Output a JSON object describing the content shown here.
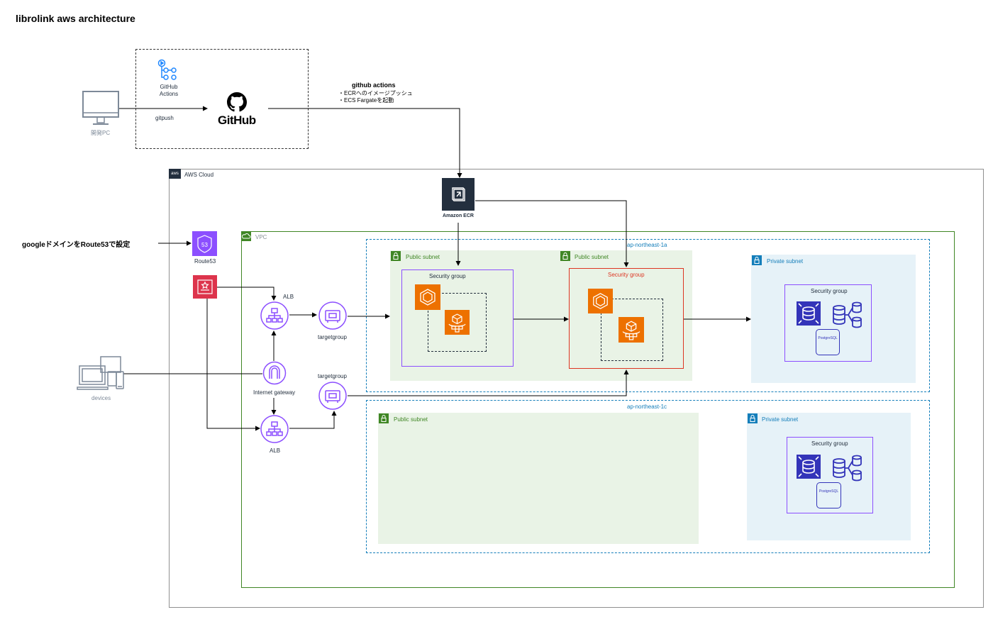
{
  "title": "librolink aws architecture",
  "dev_pc": {
    "label": "開発PC"
  },
  "github_actions_icon": {
    "label": "GitHub\nActions"
  },
  "github": {
    "logo_text": "GitHub"
  },
  "gitpush": {
    "label": "gitpush"
  },
  "actions_note": {
    "heading": "github actions",
    "lines": [
      "・ECRへのイメージプッシュ",
      "・ECS Fargateを起動"
    ]
  },
  "aws_cloud": {
    "label": "AWS Cloud"
  },
  "ecr": {
    "label": "Amazon ECR"
  },
  "route53_note": {
    "label": "googleドメインをRoute53で設定"
  },
  "route53": {
    "label": "Route53"
  },
  "vpc": {
    "label": "VPC"
  },
  "alb_top": {
    "label": "ALB"
  },
  "alb_bottom": {
    "label": "ALB"
  },
  "igw": {
    "label": "Internet gateway"
  },
  "devices": {
    "label": "devices"
  },
  "targetgroup_top": {
    "label": "targetgroup"
  },
  "targetgroup_bottom": {
    "label": "targetgroup"
  },
  "az_1a": {
    "label": "ap-northeast-1a",
    "public_subnet_1": {
      "label": "Public subnet",
      "sg_label": "Security group"
    },
    "public_subnet_2": {
      "label": "Public subnet",
      "sg_label": "Security group"
    },
    "private_subnet": {
      "label": "Private subnet",
      "sg_label": "Security group",
      "db_label": "PostgreSQL"
    }
  },
  "az_1c": {
    "label": "ap-northeast-1c",
    "public_subnet": {
      "label": "Public subnet"
    },
    "private_subnet": {
      "label": "Private subnet",
      "sg_label": "Security group",
      "db_label": "PostgreSQL"
    }
  },
  "colors": {
    "vpc_green": "#3f8624",
    "subnet_green_bg": "#e9f3e6",
    "subnet_blue_bg": "#e6f2f8",
    "az_blue": "#147eba",
    "sg_purple": "#8c4fff",
    "sg_red": "#dd3522",
    "compute_orange": "#ed7100",
    "network_purple": "#8c4fff",
    "security_red": "#dd344c",
    "db_blue": "#3334b9",
    "ecr_dark": "#232f3e",
    "gh_actions_blue": "#2088ff"
  }
}
